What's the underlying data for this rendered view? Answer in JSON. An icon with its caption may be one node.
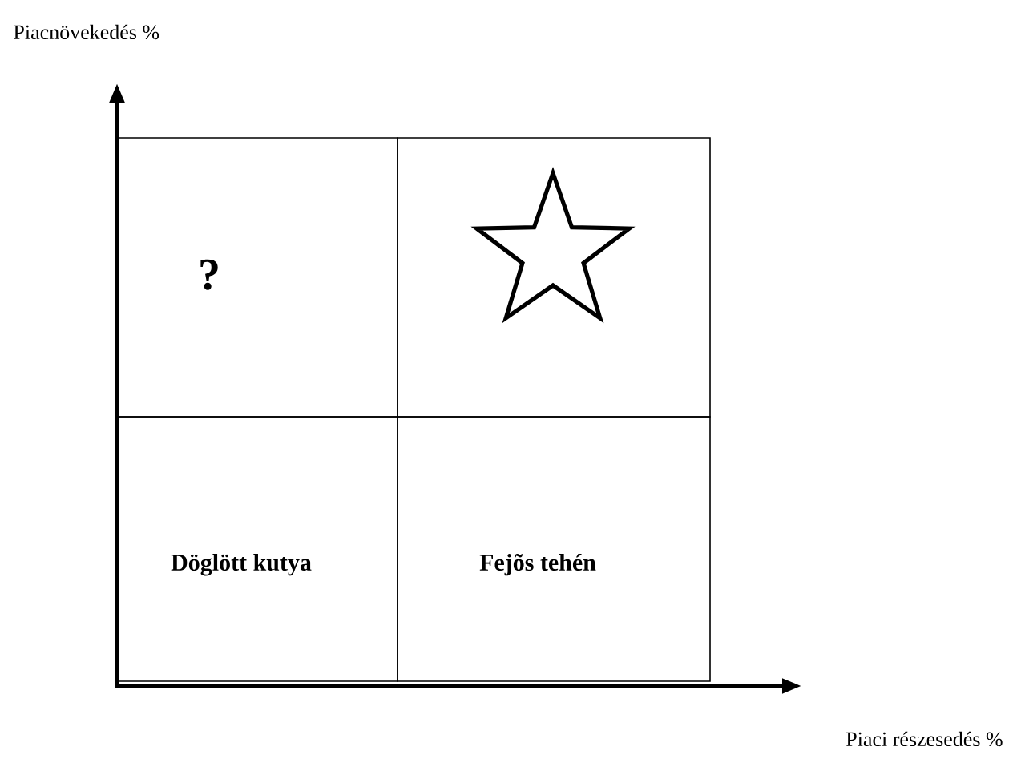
{
  "diagram": {
    "nodes": [
      {
        "text": [
          "?"
        ]
      },
      {
        "text": [],
        "shape": "box"
      },
      {
        "text": [
          "Döglött kutya"
        ]
      },
      {
        "text": [
          "Fejõs tehén"
        ]
      }
    ],
    "labels": [
      "Piacnövekedés %",
      "Piaci részesedés %"
    ]
  }
}
